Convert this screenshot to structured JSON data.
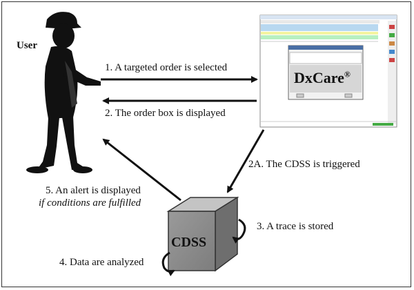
{
  "actor": {
    "label": "User"
  },
  "dxcare": {
    "title": "DxCare",
    "mark": "®"
  },
  "cdss": {
    "label": "CDSS"
  },
  "steps": {
    "s1": "1. A targeted order is selected",
    "s2": "2. The order box is displayed",
    "s2a": "2A. The CDSS is triggered",
    "s3": "3. A trace is stored",
    "s4": "4. Data are analyzed",
    "s5_line1": "5. An alert is displayed",
    "s5_line2": "if conditions are fulfilled"
  }
}
